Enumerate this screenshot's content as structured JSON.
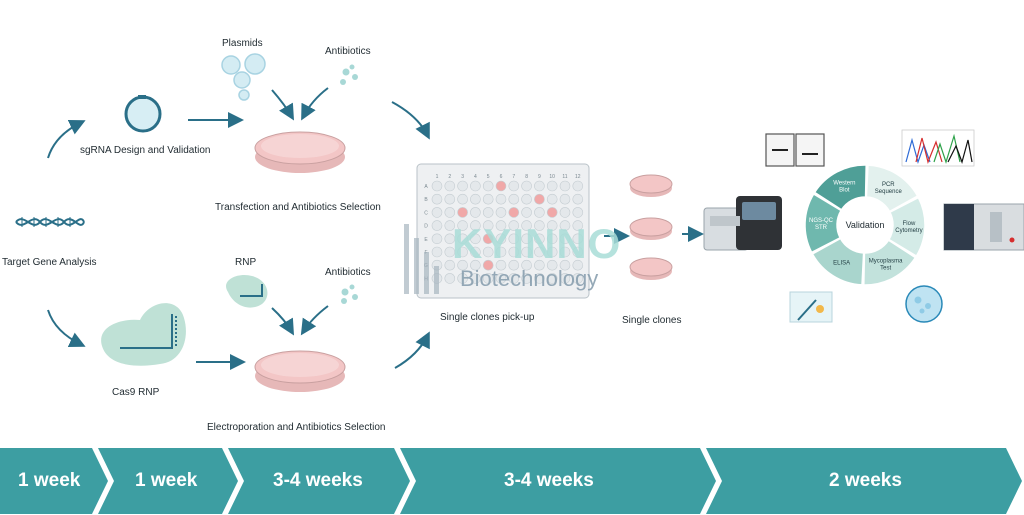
{
  "labels": {
    "plasmids": "Plasmids",
    "antibiotics_top": "Antibiotics",
    "sgrna": "sgRNA Design and Validation",
    "transfection": "Transfection and Antibiotics Selection",
    "target_gene": "Target Gene Analysis",
    "rnp": "RNP",
    "antibiotics_bottom": "Antibiotics",
    "cas9": "Cas9 RNP",
    "electroporation": "Electroporation and Antibiotics Selection",
    "single_pickup": "Single clones pick-up",
    "single_clones": "Single clones"
  },
  "validation": {
    "center": "Validation",
    "segments": [
      "PCR Sequence",
      "Flow Cytometry",
      "Mycoplasma Test",
      "ELISA",
      "NGS-QC STR",
      "Western Blot"
    ]
  },
  "plate": {
    "col_labels": [
      "1",
      "2",
      "3",
      "4",
      "5",
      "6",
      "7",
      "8",
      "9",
      "10",
      "11",
      "12"
    ],
    "row_labels": [
      "A",
      "B",
      "C",
      "D",
      "E",
      "F",
      "G",
      "H"
    ]
  },
  "watermark": {
    "brand": "KYINNO",
    "sub": "Biotechnology"
  },
  "timeline": [
    "1 week",
    "1 week",
    "3-4 weeks",
    "3-4 weeks",
    "2 weeks"
  ],
  "colors": {
    "teal": "#3d9ea2",
    "arrow": "#2a6f88",
    "dish": "#f3c6c6",
    "green_shape": "#bfe1d6",
    "plasmid": "#cfeaf2"
  }
}
